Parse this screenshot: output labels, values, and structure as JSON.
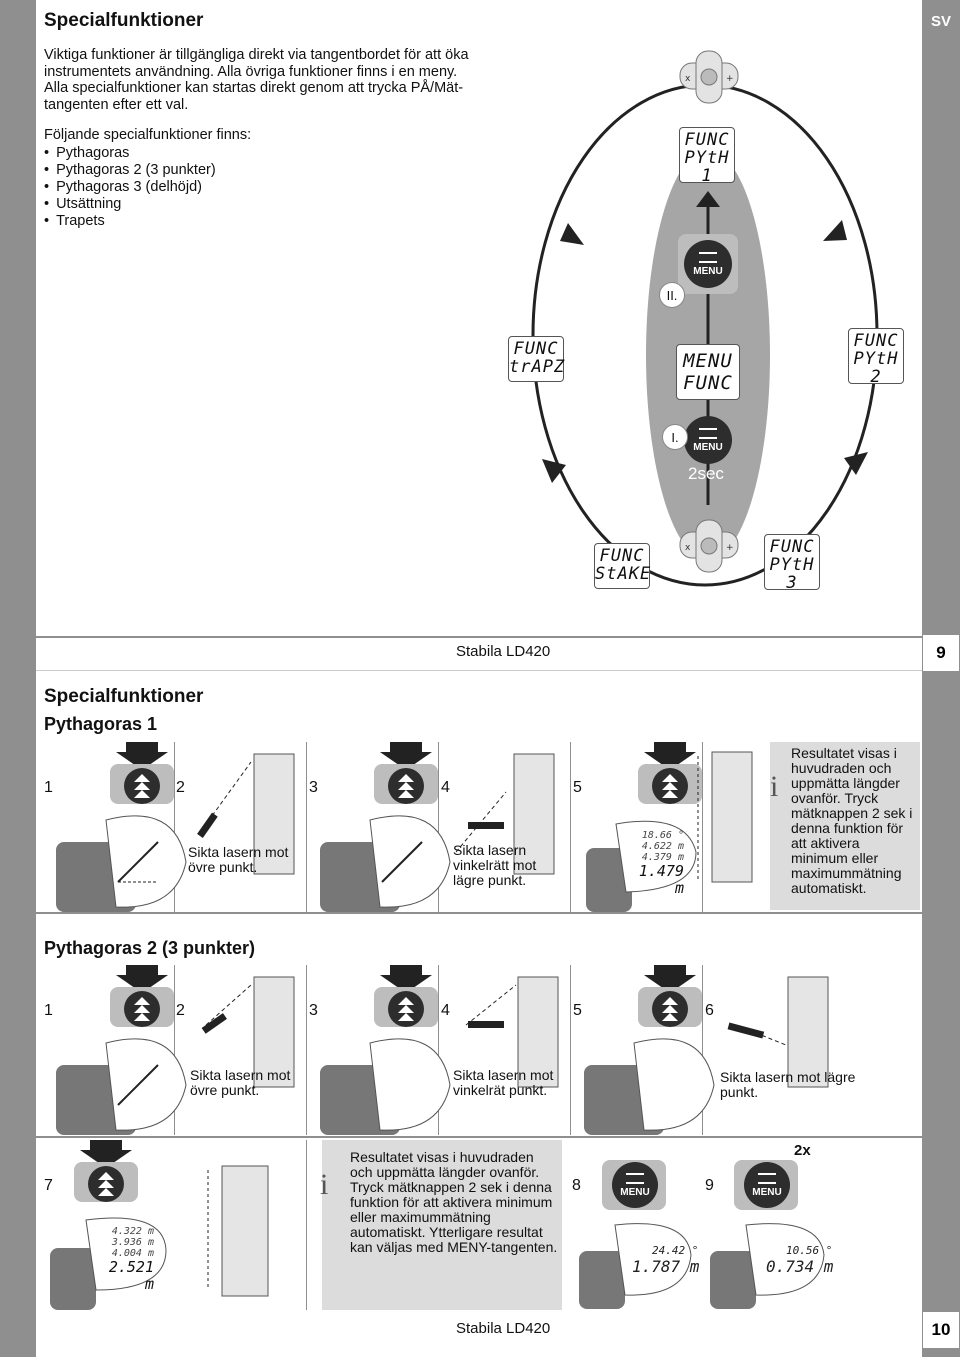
{
  "page_top": {
    "title": "Specialfunktioner",
    "lang_tab": "SV",
    "intro": "Viktiga funktioner är tillgängliga direkt via tangentbordet för att öka instrumentets användning. Alla övriga funktioner finns i en meny. Alla specialfunktioner kan startas direkt genom att trycka PÅ/Mät-tangenten efter ett val.",
    "list_heading": "Följande specialfunktioner finns:",
    "list_items": [
      "Pythagoras",
      "Pythagoras 2 (3 punkter)",
      "Pythagoras 3 (delhöjd)",
      "Utsättning",
      "Trapets"
    ],
    "diagram": {
      "lcd_pyth1": [
        "FUNC",
        "PYtH",
        "1"
      ],
      "lcd_pyth2": [
        "FUNC",
        "PYtH",
        "2"
      ],
      "lcd_pyth3": [
        "FUNC",
        "PYtH",
        "3"
      ],
      "lcd_trapz": [
        "FUNC",
        "trAPZ"
      ],
      "lcd_stake": [
        "FUNC",
        "StAKE"
      ],
      "lcd_menu": [
        "MENU",
        "FUNC"
      ],
      "step_ii": "II.",
      "step_i": "I.",
      "menu_label": "MENU",
      "duration": "2sec"
    },
    "footer": "Stabila LD420",
    "page_number": "9"
  },
  "page_bottom": {
    "title": "Specialfunktioner",
    "pyth1": {
      "heading": "Pythagoras 1",
      "steps": [
        {
          "num": "1"
        },
        {
          "num": "2",
          "text": "Sikta lasern mot övre punkt."
        },
        {
          "num": "3"
        },
        {
          "num": "4",
          "text": "Sikta lasern vinkelrätt mot lägre punkt."
        },
        {
          "num": "5",
          "display": [
            "18.66 °",
            "4.622 m",
            "4.379 m",
            "1.479 m"
          ]
        }
      ],
      "info": "Resultatet visas i huvudraden och uppmätta längder ovanför. Tryck mätknappen 2 sek i denna funktion för att aktivera minimum eller maximummätning automatiskt."
    },
    "pyth2": {
      "heading": "Pythagoras 2 (3 punkter)",
      "steps_row1": [
        {
          "num": "1"
        },
        {
          "num": "2",
          "text": "Sikta lasern mot övre punkt."
        },
        {
          "num": "3"
        },
        {
          "num": "4",
          "text": "Sikta lasern mot vinkelrät punkt."
        },
        {
          "num": "5"
        },
        {
          "num": "6",
          "text": "Sikta lasern mot lägre punkt."
        }
      ],
      "step7": {
        "num": "7",
        "display": [
          "4.322 m",
          "3.936 m",
          "4.004 m",
          "2.521 m"
        ]
      },
      "info": "Resultatet visas i huvudraden och uppmätta längder ovanför. Tryck mätknappen 2 sek i denna funktion för att aktivera minimum eller maximummätning automatiskt. Ytterligare resultat kan väljas med MENY-tangenten.",
      "step8": {
        "num": "8",
        "menu": "MENU",
        "display": [
          "24.42 °",
          "1.787 m"
        ]
      },
      "step9": {
        "num": "9",
        "menu": "MENU",
        "times": "2x",
        "display": [
          "10.56 °",
          "0.734 m"
        ]
      }
    },
    "footer": "Stabila LD420",
    "page_number": "10"
  },
  "colors": {
    "sidebar": "#8f8f8f",
    "oval": "#a6a6a6",
    "info_bg": "#dcdcdc"
  }
}
